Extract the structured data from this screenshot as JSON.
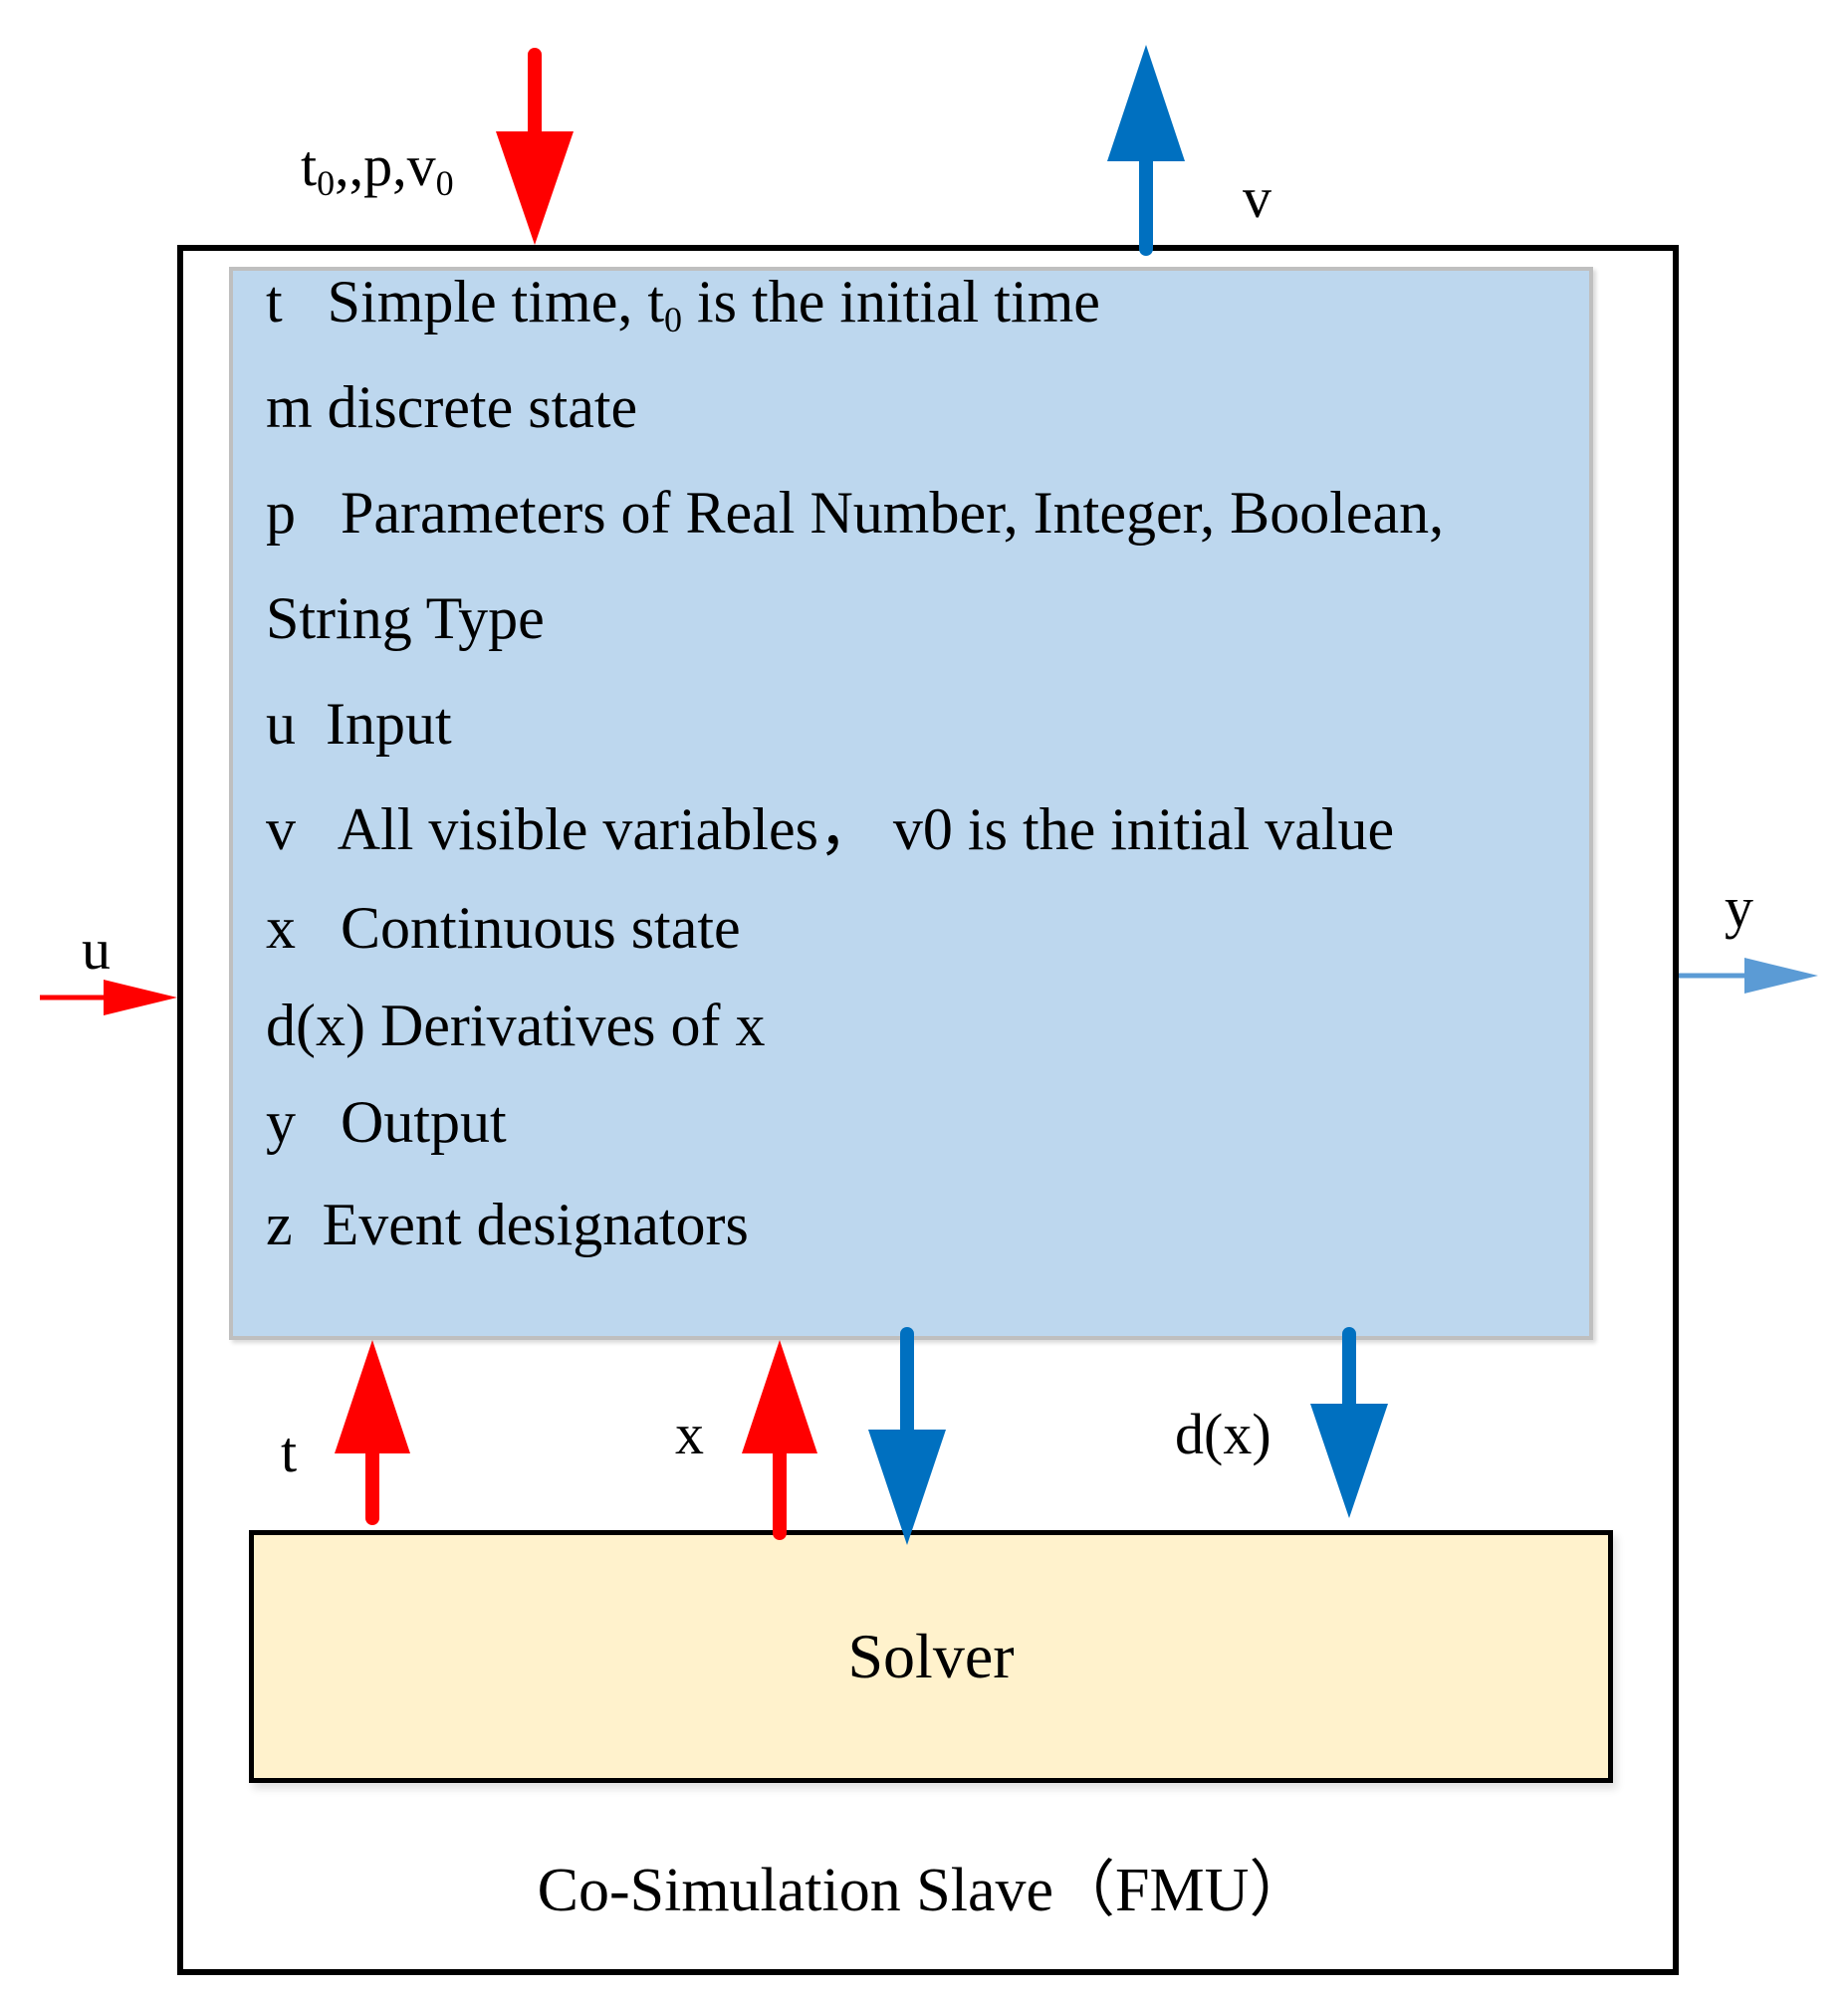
{
  "inputs_top": {
    "t_sym": "t",
    "t_sub": "0",
    "sep": ",,p,v",
    "v_sub": "0"
  },
  "output_top": "v",
  "input_left": "u",
  "output_right": "y",
  "model_box": {
    "line1": {
      "sym": "t",
      "text_a": "Simple time, t",
      "sub": "0",
      "text_b": " is the initial time"
    },
    "line2": {
      "sym": "m",
      "text": "discrete state"
    },
    "line3": {
      "sym": "p",
      "text": "Parameters of Real Number, Integer, Boolean,"
    },
    "line4": {
      "text": "String Type"
    },
    "line5": {
      "sym": "u",
      "text": "Input"
    },
    "line6": {
      "sym": "v",
      "text": "All visible variables， v0 is the initial value"
    },
    "line7": {
      "sym": "x",
      "text": "Continuous state"
    },
    "line8": {
      "sym": "d(x)",
      "text": "Derivatives of x"
    },
    "line9": {
      "sym": "y",
      "text": "Output"
    },
    "line10": {
      "sym": "z",
      "text": "Event designators"
    }
  },
  "solver_arrows": {
    "t_label": "t",
    "x_label": "x",
    "dx_label": "d(x)"
  },
  "solver_label": "Solver",
  "caption": "Co-Simulation Slave（FMU）",
  "colors": {
    "input_arrow": "#ff0000",
    "output_arrow": "#0070c0",
    "light_output_arrow": "#5b9bd5",
    "model_fill": "#bdd7ee",
    "solver_fill": "#fff2cc"
  }
}
